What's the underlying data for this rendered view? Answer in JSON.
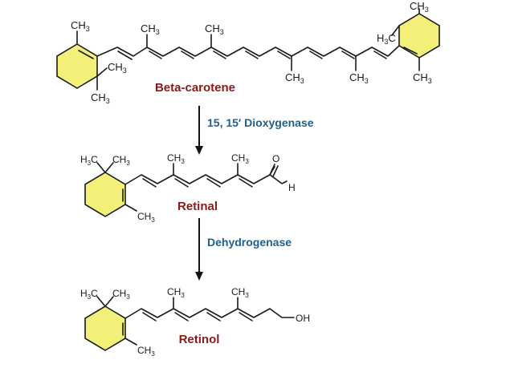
{
  "colors": {
    "compound_label": "#8b1a1a",
    "enzyme_label": "#1f5f8b",
    "ring_fill": "#f3f07a",
    "bond": "#1a1a1a"
  },
  "compounds": {
    "beta_carotene": "Beta-carotene",
    "retinal": "Retinal",
    "retinol": "Retinol"
  },
  "enzymes": {
    "step1": "15, 15′ Dioxygenase",
    "step2": "Dehydrogenase"
  },
  "atoms": {
    "ch3": "CH",
    "sub3": "3",
    "h3c": "H",
    "h3c_tail": "C",
    "o": "O",
    "h": "H",
    "oh": "OH"
  }
}
